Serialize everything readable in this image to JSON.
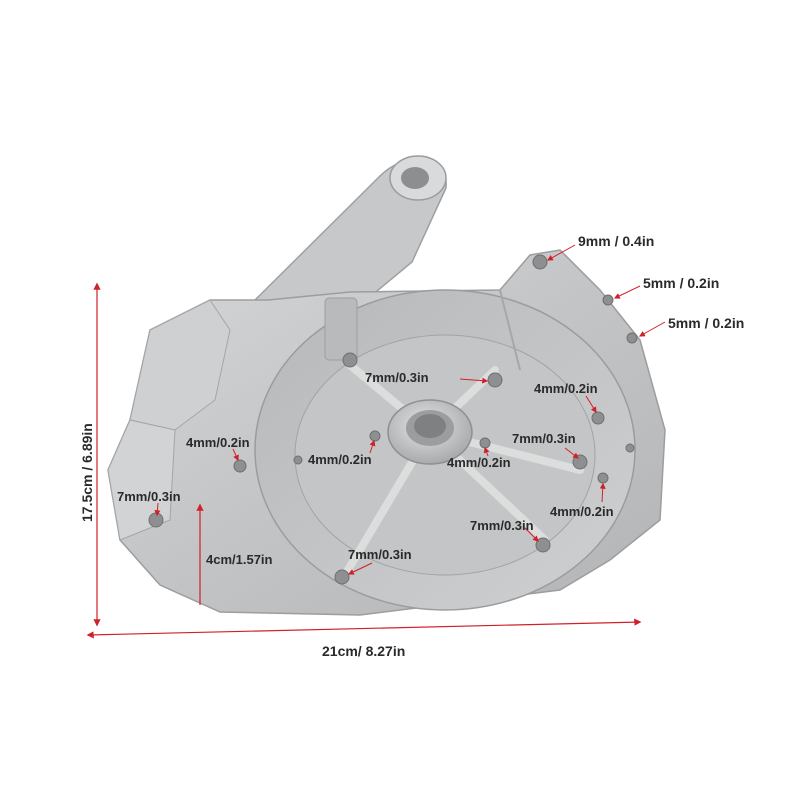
{
  "colors": {
    "accent": "#d0202a",
    "metal": "#c9cacb",
    "text": "#2a2a2a"
  },
  "dimensions": {
    "height": "17.5cm / 6.89in",
    "width": "21cm/ 8.27in",
    "depth": "4cm/1.57in"
  },
  "hole_labels": [
    "9mm / 0.4in",
    "5mm / 0.2in",
    "5mm / 0.2in",
    "7mm/0.3in",
    "4mm/0.2in",
    "4mm/0.2in",
    "7mm/0.3in",
    "4mm/0.2in",
    "4mm/0.2in",
    "7mm/0.3in",
    "4mm/0.2in",
    "7mm/0.3in",
    "7mm/0.3in"
  ]
}
